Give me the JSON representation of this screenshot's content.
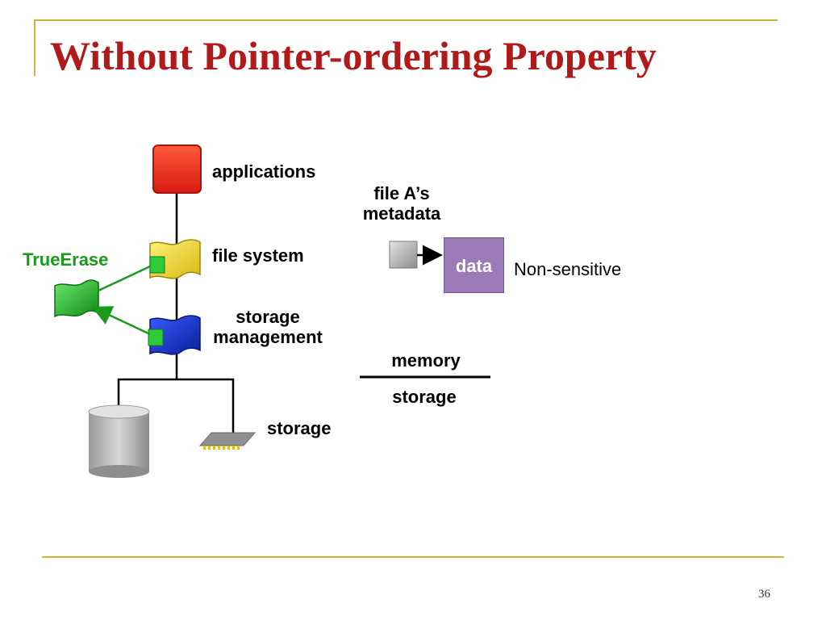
{
  "title": "Without Pointer-ordering Property",
  "labels": {
    "applications": "applications",
    "file_system": "file system",
    "storage_management_line1": "storage",
    "storage_management_line2": "management",
    "storage": "storage",
    "trueerase": "TrueErase",
    "metadata_line1": "file A’s",
    "metadata_line2": "metadata",
    "data": "data",
    "non_sensitive": "Non-sensitive",
    "memory": "memory",
    "storage_divider": "storage"
  },
  "slide_number": "36",
  "colors": {
    "title": "#b01a1a",
    "trueerase": "#1a9a1a",
    "frame": "#d4b13a",
    "applications_block": "#ee2b1a",
    "file_system_block": "#e8d21e",
    "storage_management_block": "#1a33c8",
    "trueerase_block": "#1fb025",
    "data_block": "#9c7ab8"
  },
  "icons": [
    "applications-block",
    "file-system-block",
    "storage-management-block",
    "trueerase-block",
    "disk-cylinder-icon",
    "flash-chip-icon",
    "metadata-block",
    "arrow-icon"
  ]
}
